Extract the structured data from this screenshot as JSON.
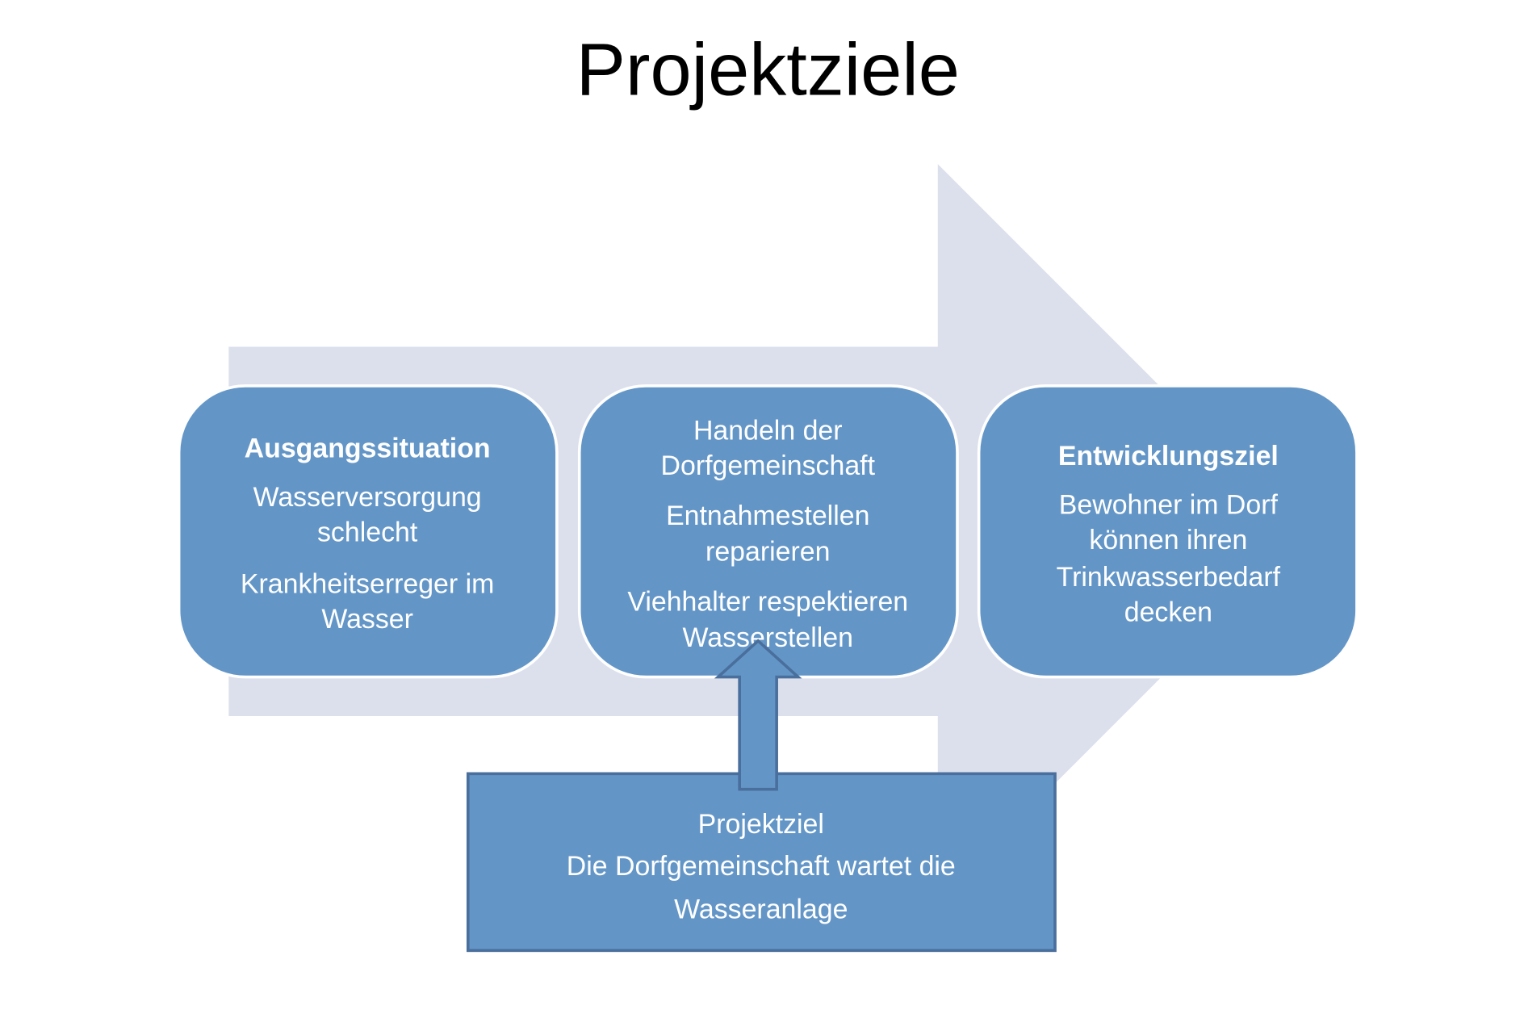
{
  "title": "Projektziele",
  "boxes": [
    {
      "heading": "Ausgangssituation",
      "lines": [
        "Wasserversorgung",
        "schlecht",
        "Krankheitserreger im",
        "Wasser"
      ]
    },
    {
      "lines": [
        "Handeln der",
        "Dorfgemeinschaft",
        "Entnahmestellen",
        "reparieren",
        "Viehhalter respektieren",
        "Wasserstellen"
      ]
    },
    {
      "heading": "Entwicklungsziel",
      "lines": [
        "Bewohner im Dorf",
        "können ihren",
        "Trinkwasserbedarf",
        "decken"
      ]
    }
  ],
  "goal": {
    "lines": [
      "Projektziel",
      "Die Dorfgemeinschaft wartet die",
      "Wasseranlage"
    ]
  },
  "colors": {
    "box_fill": "#6396c7",
    "arrow_bg": "#dbe0ec",
    "goal_stroke": "#4a6f9c"
  }
}
